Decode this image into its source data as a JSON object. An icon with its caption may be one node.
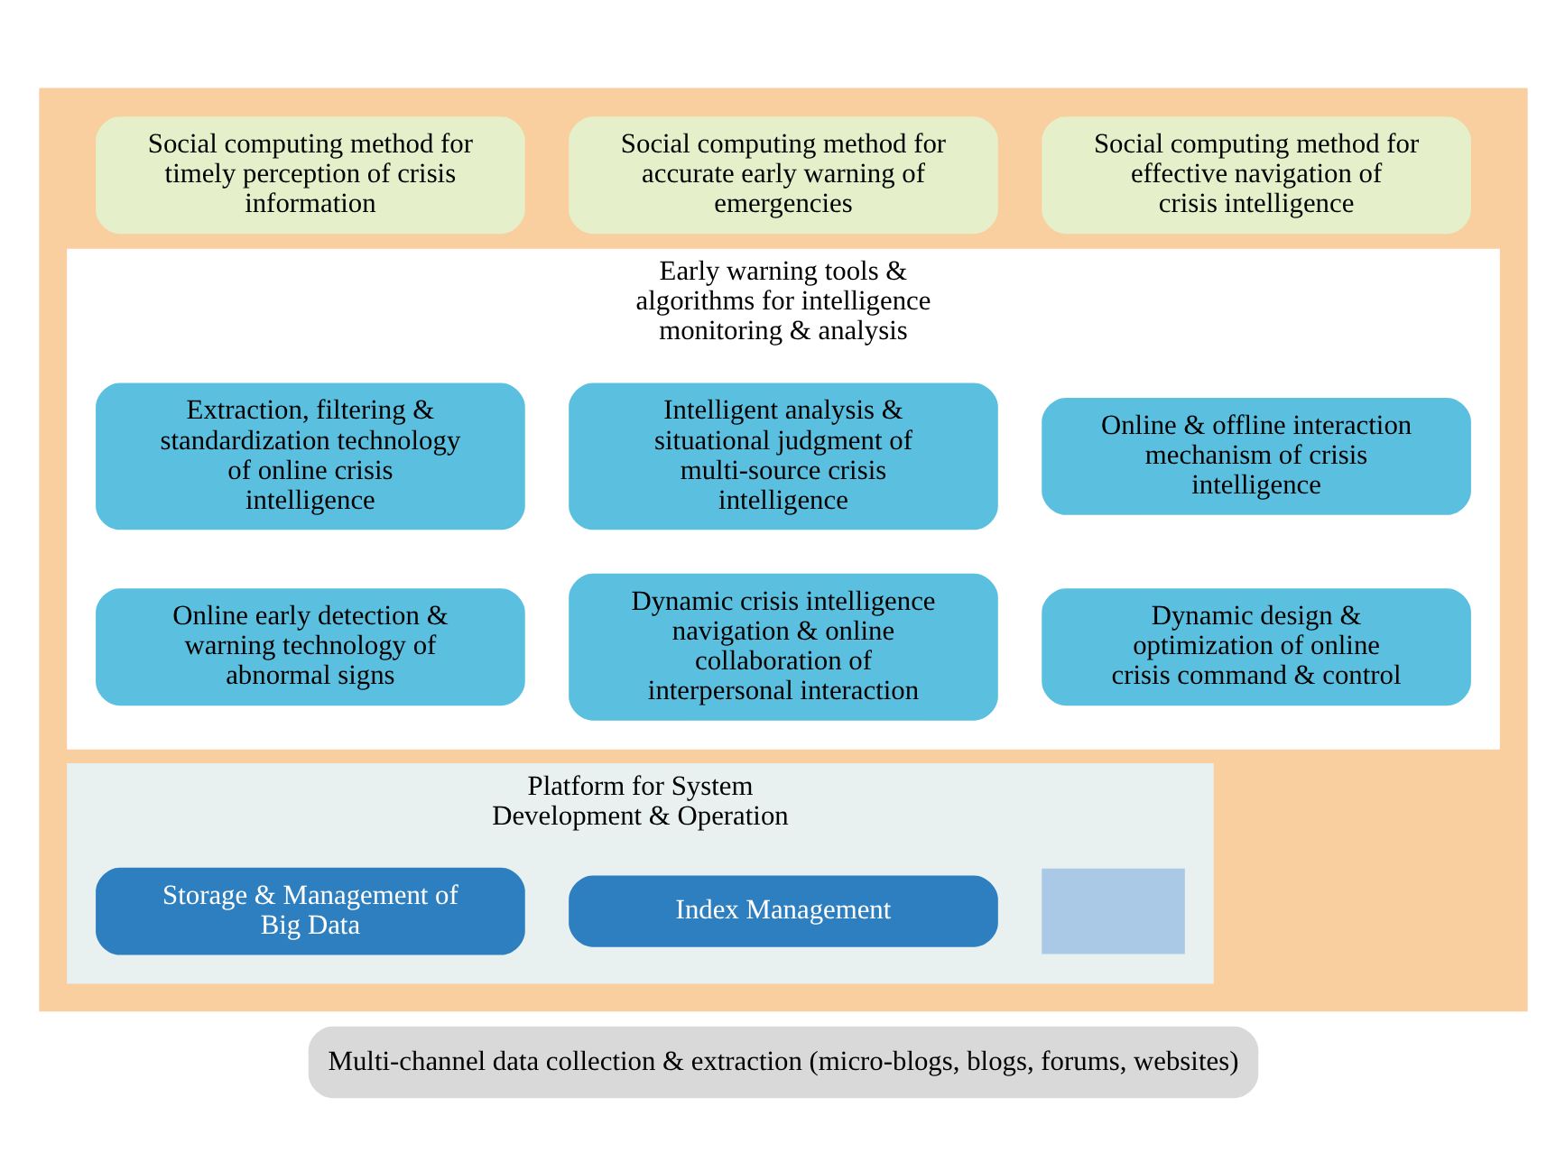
{
  "diagram": {
    "nodes": [
      {
        "text": [],
        "shape": "box"
      },
      {
        "text": [
          "Social computing method for timely perception of crisis information"
        ],
        "in": 0
      },
      {
        "text": [
          "Social computing method for accurate early warning of emergencies"
        ],
        "in": 0
      },
      {
        "text": [
          "Social computing method for effective navigation of crisis intelligence"
        ],
        "in": 0
      },
      {
        "text": [
          "Early warning tools & algorithms for intelligence monitoring & analysis"
        ],
        "in": 0
      },
      {
        "text": [
          "Extraction, filtering & standardization technology of online crisis intelligence"
        ],
        "in": 4
      },
      {
        "text": [
          "Intelligent analysis & situational judgment of multi-source crisis intelligence"
        ],
        "in": 4
      },
      {
        "text": [
          "Online & offline interaction mechanism of crisis intelligence"
        ],
        "in": 4
      },
      {
        "text": [
          "Online early detection & warning technology of abnormal signs"
        ],
        "in": 4
      },
      {
        "text": [
          "Dynamic crisis intelligence navigation & online collaboration of interpersonal interaction"
        ],
        "in": 4
      },
      {
        "text": [
          "Dynamic design & optimization of online crisis command & control"
        ],
        "in": 4
      },
      {
        "text": [
          "Platform for System Development & Operation"
        ],
        "in": 0
      },
      {
        "text": [
          "Storage & Management of Big Data"
        ],
        "in": 11
      },
      {
        "text": [
          "Index Management"
        ],
        "in": 11
      },
      {
        "text": [],
        "shape": "box",
        "in": 11
      },
      {
        "text": [
          "Multi-channel data collection & extraction (micro-blogs, blogs, forums, websites)"
        ]
      }
    ],
    "edges": []
  }
}
